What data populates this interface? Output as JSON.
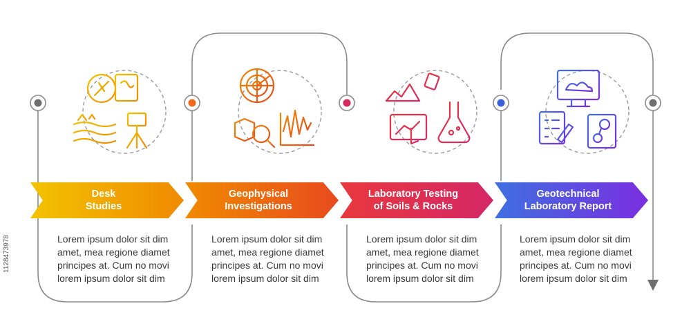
{
  "steps": [
    {
      "title": "Desk\nStudies",
      "description": "Lorem ipsum dolor sit dim amet, mea regione diamet principes at. Cum no movi lorem ipsum dolor sit dim",
      "icon": "desk-studies-icon",
      "color_start": "#f2c300",
      "color_end": "#f08a00",
      "dot_color": "#6e6e6e"
    },
    {
      "title": "Geophysical\nInvestigations",
      "description": "Lorem ipsum dolor sit dim amet, mea regione diamet principes at. Cum no movi lorem ipsum dolor sit dim",
      "icon": "geophysical-radar-icon",
      "color_start": "#f08a00",
      "color_end": "#e84a1e",
      "dot_color": "#ef6a1d"
    },
    {
      "title": "Laboratory Testing\nof Soils & Rocks",
      "description": "Lorem ipsum dolor sit dim amet, mea regione diamet principes at. Cum no movi lorem ipsum dolor sit dim",
      "icon": "laboratory-testing-icon",
      "color_start": "#e8383e",
      "color_end": "#d42766",
      "dot_color": "#d8285e"
    },
    {
      "title": "Geotechnical\nLaboratory Report",
      "description": "Lorem ipsum dolor sit dim amet, mea regione diamet principes at. Cum no movi lorem ipsum dolor sit dim",
      "icon": "geotechnical-report-icon",
      "color_start": "#3f6fe0",
      "color_end": "#7a2ee0",
      "dot_color": "#3b5fd8"
    }
  ],
  "stock_id": "1128473978",
  "line_color": "#8a8a8a",
  "end_dot_color": "#6e6e6e"
}
